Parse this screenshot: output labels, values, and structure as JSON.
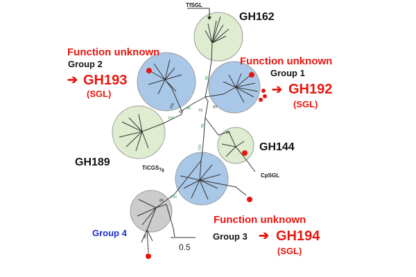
{
  "figure": {
    "clade_labels": {
      "gh162": "GH162",
      "gh189": "GH189",
      "gh144": "GH144"
    },
    "leaf_labels": {
      "tfsgl": "TfSGL",
      "cpsgl": "CpSGL",
      "ticgs_main": "TiCGS",
      "ticgs_sub": "Tg"
    },
    "groups": {
      "group1": {
        "unknown": "Function unknown",
        "name": "Group 1",
        "arrow": "➔",
        "family": "GH192",
        "type": "(SGL)"
      },
      "group2": {
        "unknown": "Function unknown",
        "name": "Group 2",
        "arrow": "➔",
        "family": "GH193",
        "type": "(SGL)"
      },
      "group3": {
        "unknown": "Function unknown",
        "name": "Group 3",
        "arrow": "➔",
        "family": "GH194",
        "type": "(SGL)"
      },
      "group4": {
        "name": "Group 4"
      }
    },
    "bootstrap": {
      "b63": "63",
      "b73": "73",
      "b83": "83",
      "b80": "80",
      "b100": "100",
      "b98": "98",
      "b61": "61",
      "b86": "86",
      "b100b": "100",
      "b99": "99"
    },
    "scale_bar": {
      "label": "0.5"
    },
    "colors": {
      "green_fill": "#dfecd0",
      "blue_fill": "#a9c8e8",
      "gray_fill": "#cccccc",
      "red": "#e8150f",
      "blue_text": "#1a2fd4",
      "bootstrap_green": "#2e9e5b"
    }
  }
}
